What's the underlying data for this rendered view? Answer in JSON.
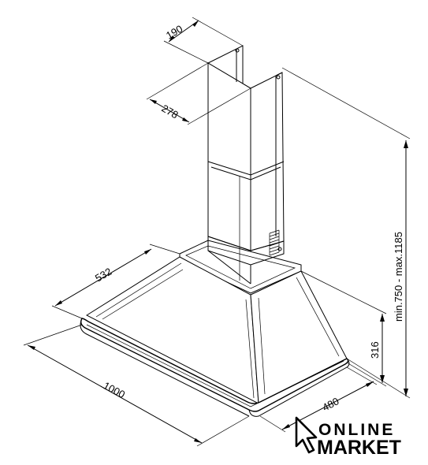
{
  "dimensions": {
    "chimney_width": "190",
    "chimney_depth": "278",
    "hood_depth_top": "532",
    "hood_width": "1000",
    "hood_depth": "480",
    "hood_height": "316",
    "total_height_range": "min.750 - max.1185"
  },
  "logo": {
    "line1": "ONLINE",
    "line2": "MARKET"
  },
  "colors": {
    "line": "#000000",
    "background": "#ffffff"
  },
  "icons": [
    "cursor-arrow-icon"
  ]
}
